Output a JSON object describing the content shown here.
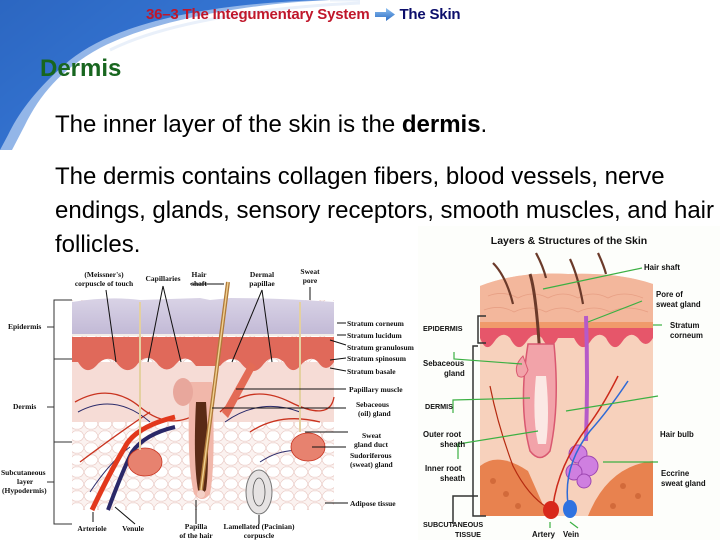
{
  "header": {
    "section": "36–3 The Integumentary System",
    "arrow_icon": "right-arrow-icon",
    "topic": "The Skin",
    "colors": {
      "section": "#c0172b",
      "topic": "#0c0e6b",
      "arrow": "#3a7fd0"
    }
  },
  "slide": {
    "title": "Dermis",
    "title_color": "#18661f",
    "paragraph1": {
      "before": "The inner layer of the skin is the ",
      "bold": "dermis",
      "after": "."
    },
    "paragraph2": "The dermis contains collagen fibers, blood vessels, nerve endings, glands, sensory receptors, smooth muscles, and hair follicles."
  },
  "left_diagram": {
    "top_labels": [
      {
        "text": "(Meissner's)",
        "text2": "corpuscle of touch"
      },
      {
        "text": "Capillaries"
      },
      {
        "text": "Hair",
        "text2": "shaft"
      },
      {
        "text": "Dermal",
        "text2": "papillae"
      },
      {
        "text": "Sweat",
        "text2": "pore"
      }
    ],
    "left_labels": [
      "Epidermis",
      "Dermis",
      "Subcutaneous",
      "layer",
      "(Hypodermis)"
    ],
    "right_labels": [
      "Stratum corneum",
      "Stratum lucidum",
      "Stratum granulosum",
      "Stratum spinosum",
      "Stratum basale",
      "Papillary muscle",
      "Sebaceous",
      "(oil) gland",
      "Sweat",
      "gland duct",
      "Sudoriferous",
      "(sweat) gland",
      "Adipose tissue"
    ],
    "bottom_labels": [
      {
        "text": "Arteriole"
      },
      {
        "text": "Venule"
      },
      {
        "text": "Papilla",
        "text2": "of the hair"
      },
      {
        "text": "Lamellated (Pacinian)",
        "text2": "corpuscle"
      }
    ]
  },
  "right_diagram": {
    "title": "Layers & Structures of the Skin",
    "labels": {
      "hair_shaft": "Hair shaft",
      "pore1": "Pore of",
      "pore2": "sweat gland",
      "stratum1": "Stratum",
      "stratum2": "corneum",
      "epidermis": "EPIDERMIS",
      "sebaceous1": "Sebaceous",
      "sebaceous2": "gland",
      "dermis": "DERMIS",
      "outer1": "Outer root",
      "outer2": "sheath",
      "hair_bulb": "Hair bulb",
      "inner1": "Inner root",
      "inner2": "sheath",
      "eccrine1": "Eccrine",
      "eccrine2": "sweat gland",
      "subq1": "SUBCUTANEOUS",
      "subq2": "TISSUE",
      "artery": "Artery",
      "vein": "Vein"
    },
    "line_color": "#3cb043"
  }
}
